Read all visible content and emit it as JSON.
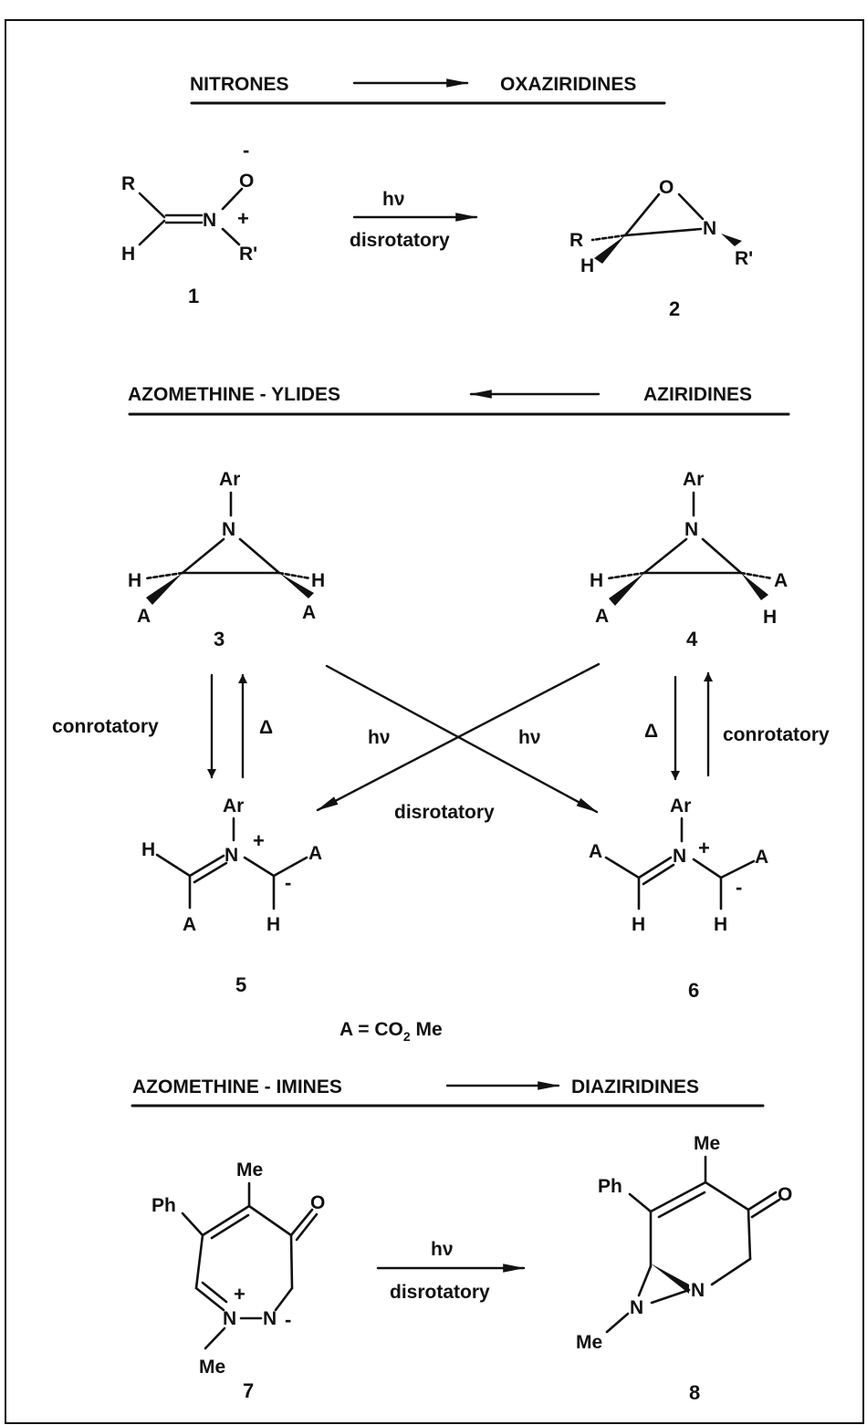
{
  "headers": {
    "s1_left": "NITRONES",
    "s1_right": "OXAZIRIDINES",
    "s2_left": "AZOMETHINE - YLIDES",
    "s2_right": "AZIRIDINES",
    "s3_left": "AZOMETHINE - IMINES",
    "s3_right": "DIAZIRIDINES"
  },
  "conditions": {
    "hv": "hν",
    "disrotatory": "disrotatory",
    "conrotatory": "conrotatory",
    "delta": "Δ"
  },
  "compounds": [
    "1",
    "2",
    "3",
    "4",
    "5",
    "6",
    "7",
    "8"
  ],
  "atoms": {
    "R": "R",
    "Rp": "R'",
    "H": "H",
    "O": "O",
    "N": "N",
    "Ar": "Ar",
    "A": "A",
    "Me": "Me",
    "Ph": "Ph"
  },
  "charges": {
    "plus": "+",
    "minus": "-"
  },
  "legend": {
    "prefix": "A  = CO",
    "subscript": "2",
    "suffix": " Me"
  }
}
